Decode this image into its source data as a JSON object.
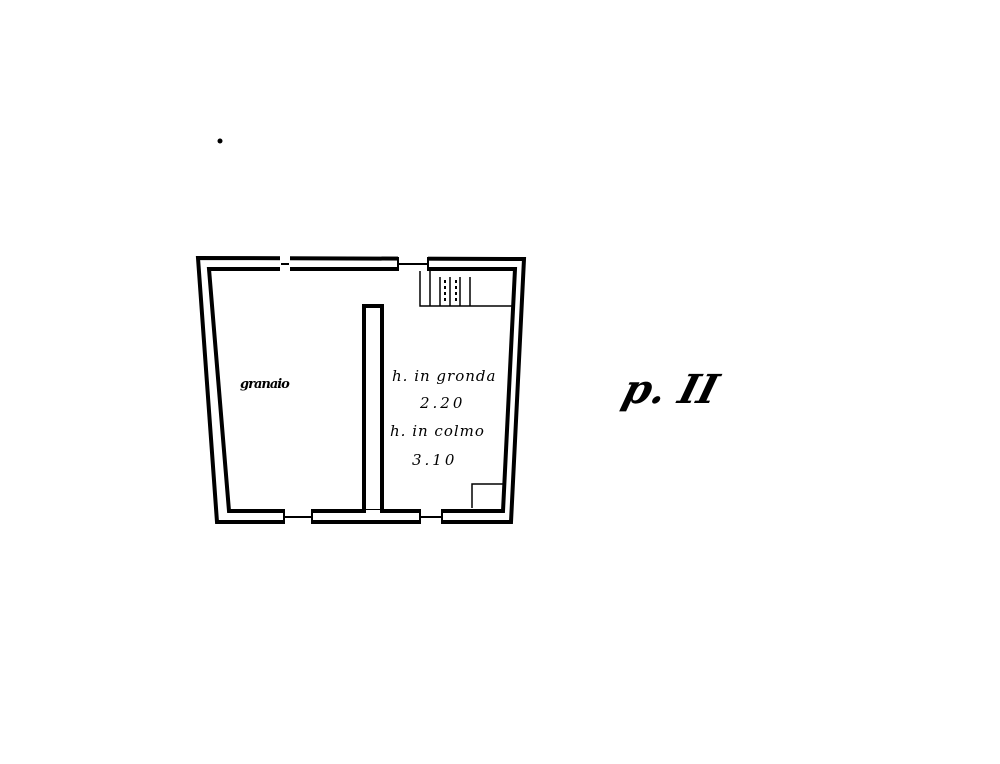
{
  "plan": {
    "floor_label": "p. II",
    "left_room_label": "granaio",
    "right_room_notes": {
      "eaves_height_label": "h. in gronda",
      "eaves_height_value": "2.20",
      "ridge_height_label": "h. in colmo",
      "ridge_height_value": "3.10"
    }
  }
}
